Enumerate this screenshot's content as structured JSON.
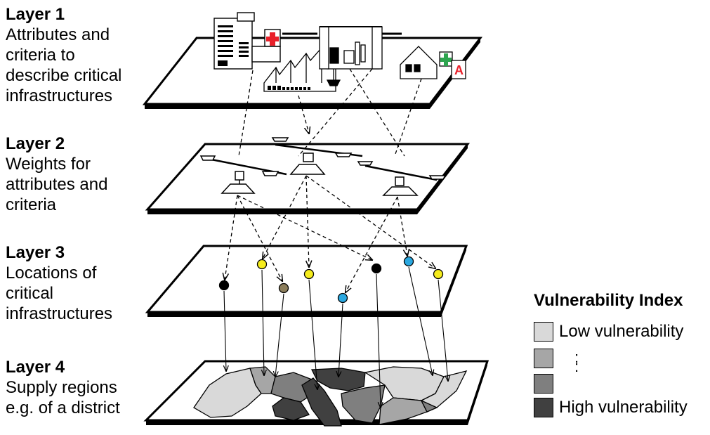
{
  "layers": [
    {
      "title": "Layer 1",
      "desc": [
        "Attributes and",
        "criteria to",
        "describe critical",
        "infrastructures"
      ]
    },
    {
      "title": "Layer 2",
      "desc": [
        "Weights for",
        "attributes and",
        "criteria"
      ]
    },
    {
      "title": "Layer 3",
      "desc": [
        "Locations of",
        "critical",
        "infrastructures"
      ]
    },
    {
      "title": "Layer 4",
      "desc": [
        "Supply regions",
        "e.g. of a district"
      ]
    }
  ],
  "legend": {
    "title": "Vulnerability Index",
    "items": [
      {
        "label": "Low vulnerability",
        "color": "#d9d9d9"
      },
      {
        "label": "",
        "color": "#a6a6a6"
      },
      {
        "label": "",
        "color": "#7f7f7f"
      },
      {
        "label": "High vulnerability",
        "color": "#404040"
      }
    ],
    "ellipsis": ":"
  },
  "colors": {
    "yellow_node": "#f5ec1c",
    "blue_node": "#2aa8e0",
    "olive_node": "#8c7e5c",
    "black_node": "#000000",
    "cross_red": "#e8202a",
    "cross_green": "#2ea44f"
  }
}
